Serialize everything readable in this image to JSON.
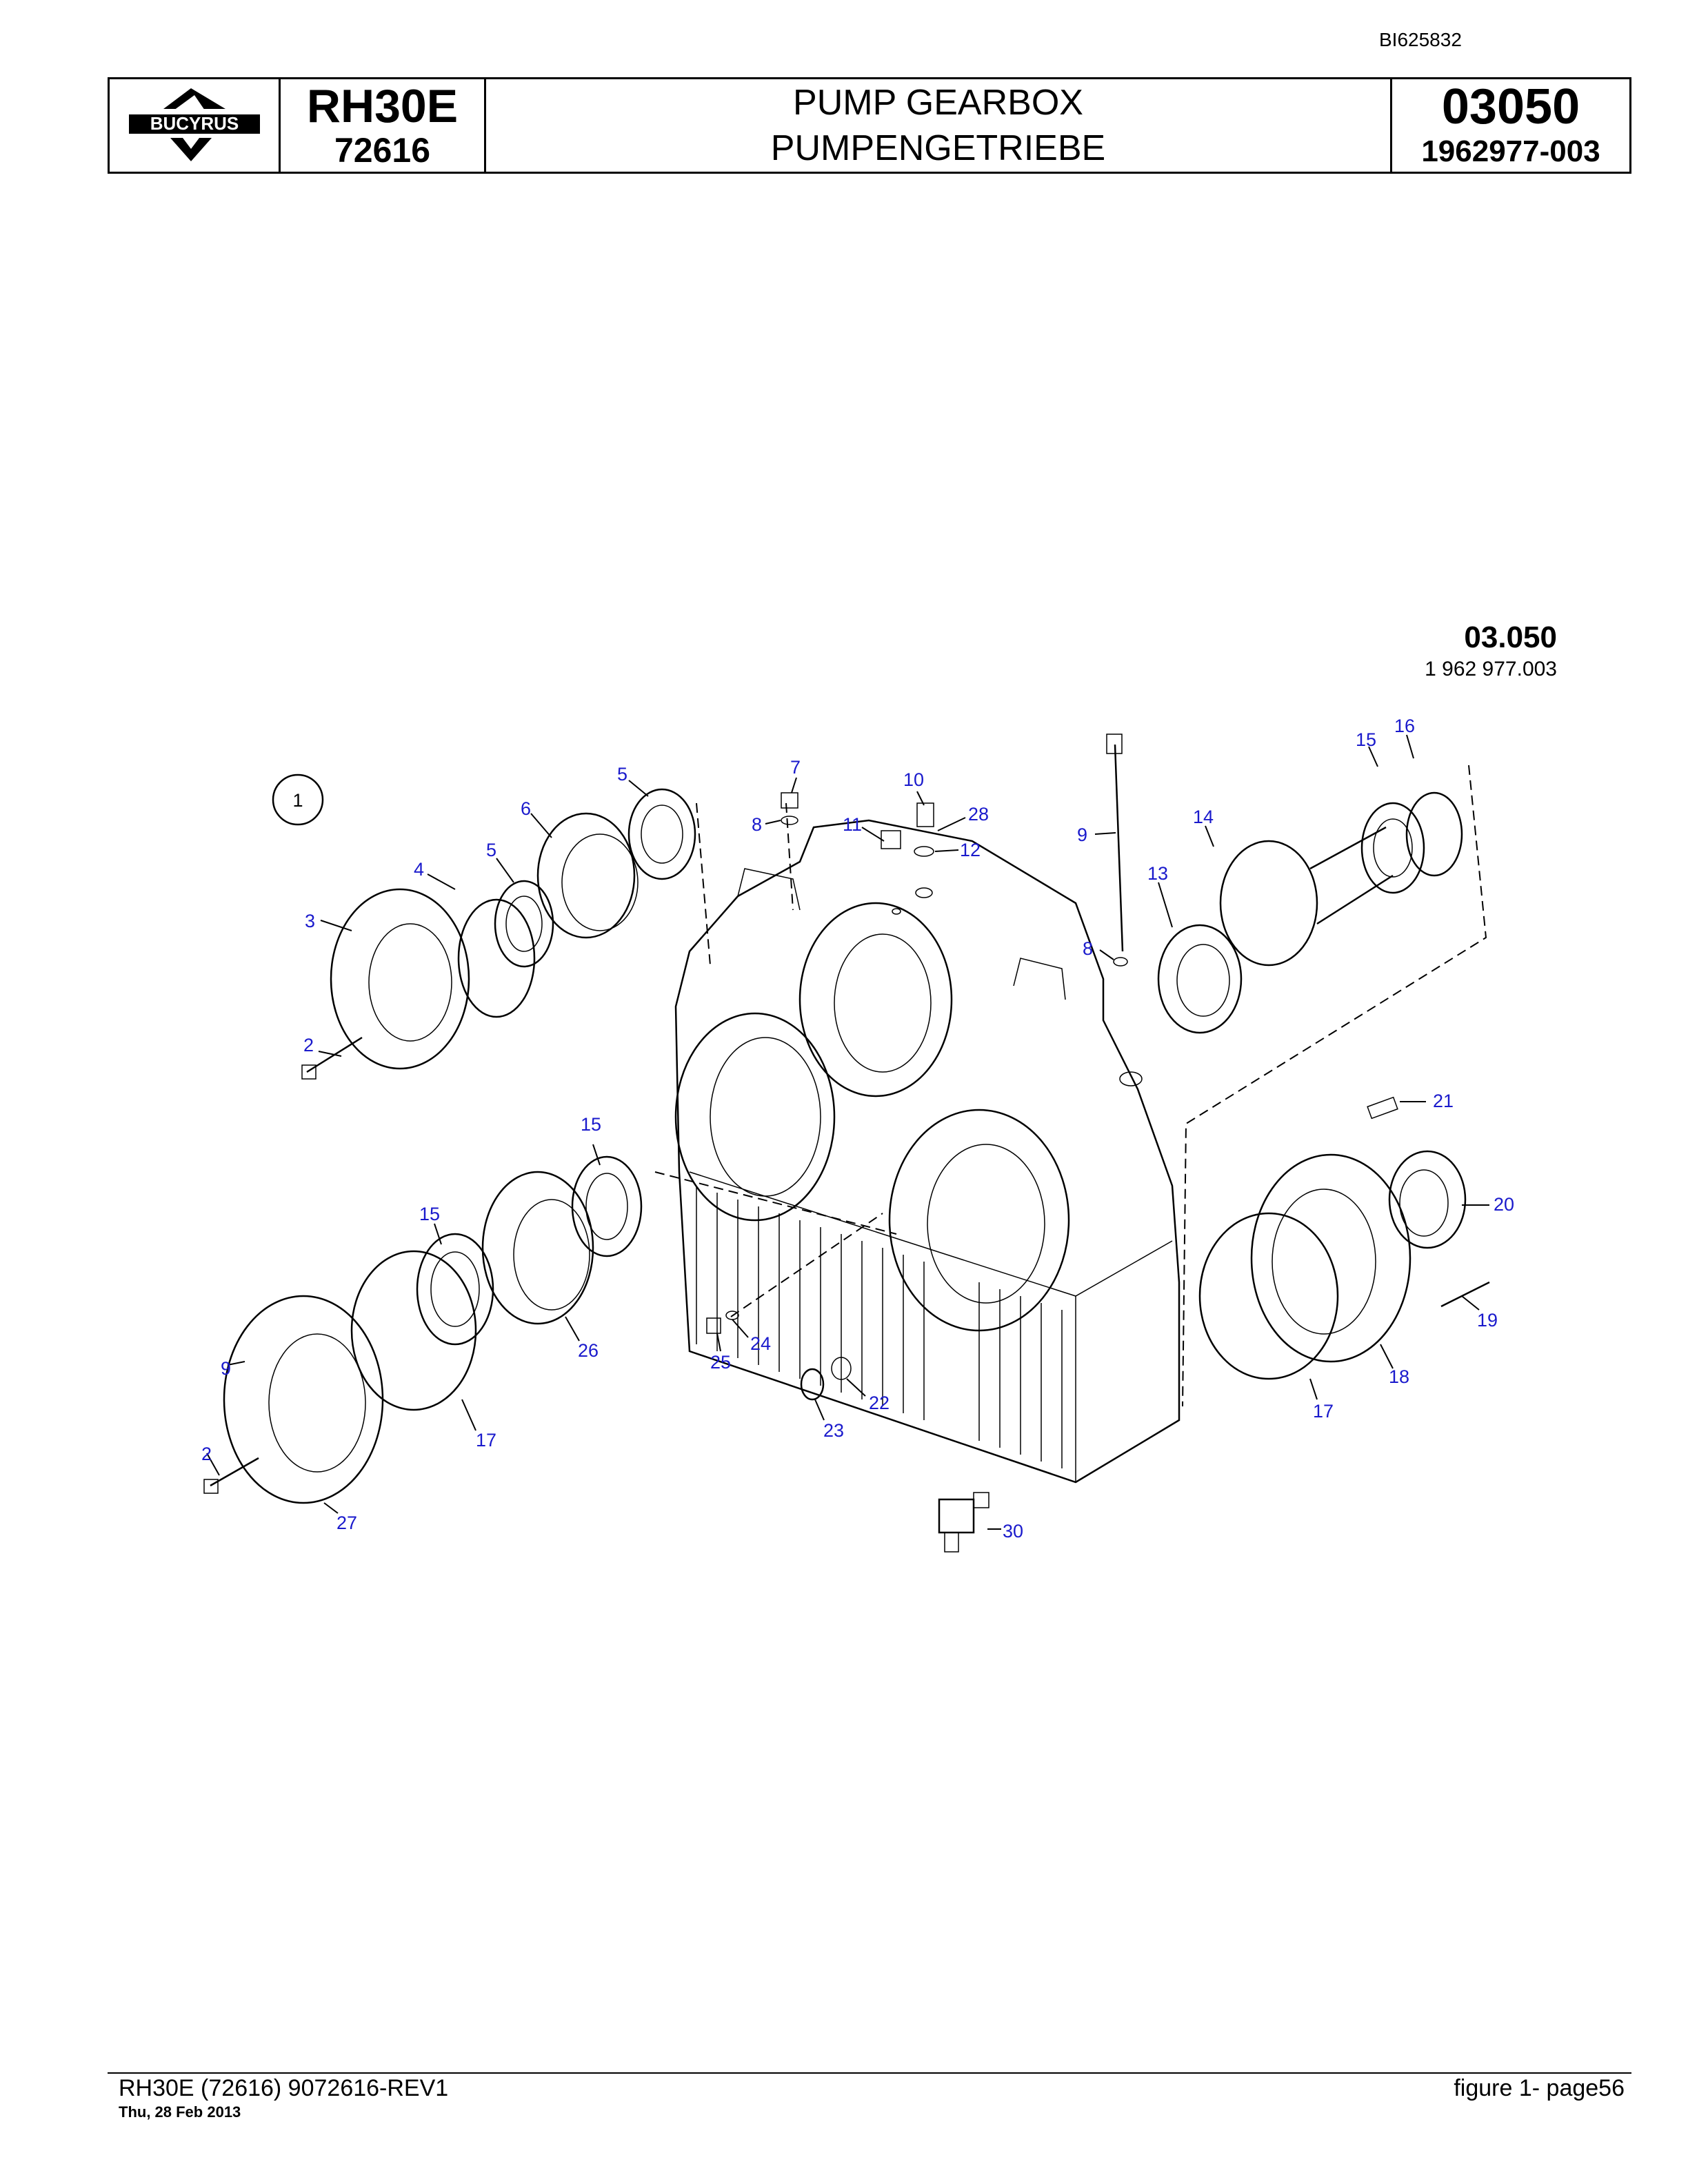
{
  "doc_id": "BI625832",
  "header": {
    "logo_text": "BUCYRUS",
    "model": "RH30E",
    "serial": "72616",
    "title_en": "PUMP GEARBOX",
    "title_de": "PUMPENGETRIEBE",
    "group_no": "03050",
    "part_no": "1962977-003"
  },
  "figure": {
    "ref_no": "03.050",
    "ref_part": "1 962 977.003",
    "callouts": [
      "1",
      "2",
      "3",
      "4",
      "5",
      "5",
      "6",
      "7",
      "8",
      "10",
      "11",
      "28",
      "12",
      "9",
      "8",
      "15",
      "16",
      "14",
      "13",
      "21",
      "15",
      "20",
      "15",
      "19",
      "26",
      "24",
      "25",
      "22",
      "23",
      "9",
      "2",
      "17",
      "27",
      "18",
      "17",
      "30"
    ]
  },
  "footer": {
    "left": "RH30E (72616) 9072616-REV1",
    "date": "Thu, 28 Feb 2013",
    "right": "figure  1- page56"
  },
  "colors": {
    "callout": "#1a1acc",
    "line": "#000000"
  }
}
